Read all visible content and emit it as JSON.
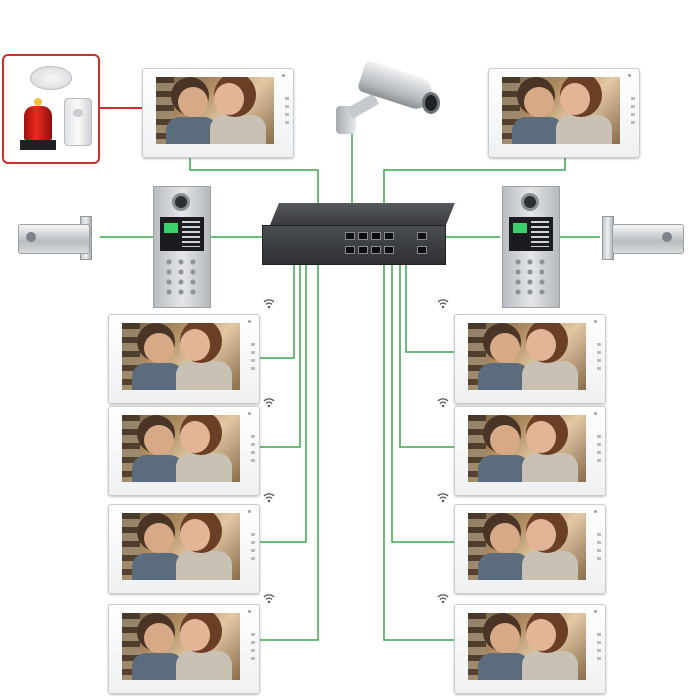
{
  "colors": {
    "wire": "#3aa84a",
    "alarm_frame": "#c9302c",
    "switch_body": "#3a3c3f"
  },
  "switch": {
    "logo_text": "",
    "model_text": ""
  },
  "devices": {
    "alarm_sensors": [
      "smoke-detector",
      "siren-light",
      "pir-sensor"
    ],
    "ip_camera": "bullet-camera",
    "door_stations": 2,
    "electric_locks": 2,
    "master_monitors": 2,
    "indoor_monitors": 8
  },
  "icons": [
    "wifi-icon",
    "camera-icon",
    "lock-icon",
    "alarm-icon"
  ]
}
